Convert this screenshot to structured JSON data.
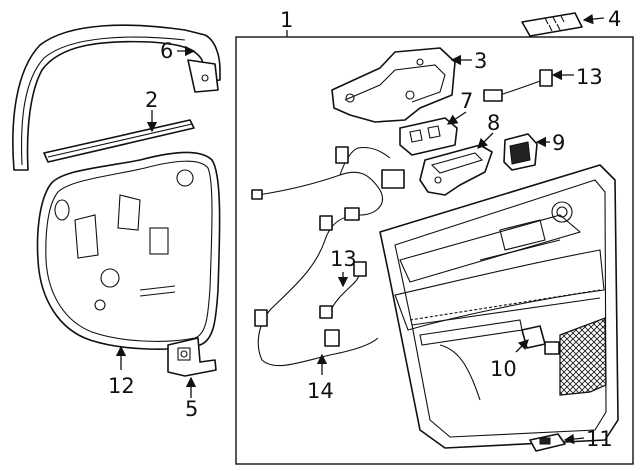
{
  "callouts": [
    {
      "id": "1",
      "label": "1"
    },
    {
      "id": "2",
      "label": "2"
    },
    {
      "id": "3",
      "label": "3"
    },
    {
      "id": "4",
      "label": "4"
    },
    {
      "id": "5",
      "label": "5"
    },
    {
      "id": "6",
      "label": "6"
    },
    {
      "id": "7",
      "label": "7"
    },
    {
      "id": "8",
      "label": "8"
    },
    {
      "id": "9",
      "label": "9"
    },
    {
      "id": "10",
      "label": "10"
    },
    {
      "id": "11",
      "label": "11"
    },
    {
      "id": "12",
      "label": "12"
    },
    {
      "id": "13a",
      "label": "13"
    },
    {
      "id": "13b",
      "label": "13"
    },
    {
      "id": "14",
      "label": "14"
    }
  ]
}
